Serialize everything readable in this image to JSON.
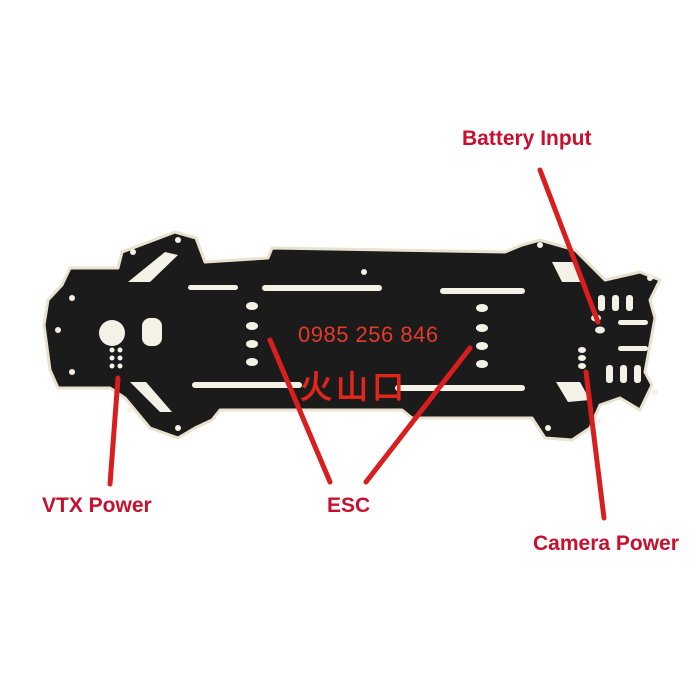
{
  "labels": {
    "battery_input": "Battery Input",
    "vtx_power": "VTX Power",
    "esc": "ESC",
    "camera_power": "Camera Power"
  },
  "watermark": {
    "phone": "0985 256 846",
    "shop_name": "火山口"
  },
  "colors": {
    "label_red": "#c8102e",
    "arrow_red": "#d81e1e",
    "board": "#1b1b1b",
    "board_edge": "#e8e2cf"
  }
}
